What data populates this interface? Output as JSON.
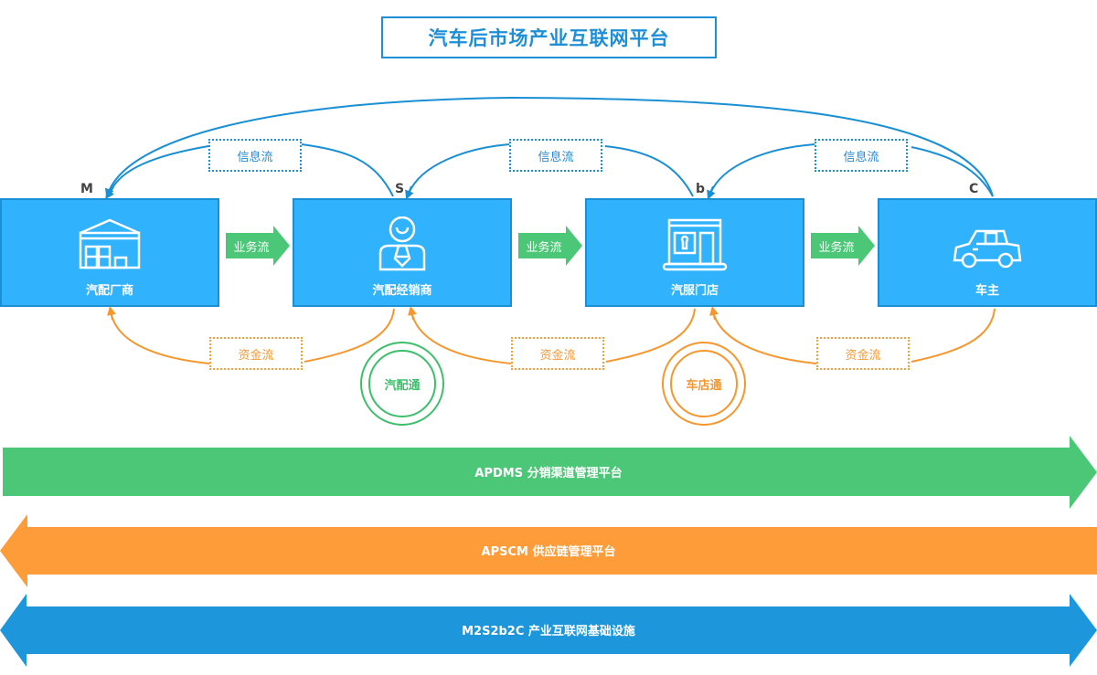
{
  "title": "汽车后市场产业互联网平台",
  "colors": {
    "node_fill": "#31b2fc",
    "node_border": "#1a8fd3",
    "info_flow": "#1e8fd6",
    "fund_flow": "#f7962d",
    "business_flow": "#4cc777",
    "platform_green": "#4cc777",
    "platform_orange": "#fd9c38",
    "platform_blue": "#1e96db"
  },
  "nodes": [
    {
      "code": "M",
      "label": "汽配厂商",
      "icon": "factory-icon"
    },
    {
      "code": "S",
      "label": "汽配经销商",
      "icon": "dealer-person-icon"
    },
    {
      "code": "b",
      "label": "汽服门店",
      "icon": "repair-shop-icon"
    },
    {
      "code": "C",
      "label": "车主",
      "icon": "car-icon"
    }
  ],
  "business_flows": [
    "业务流",
    "业务流",
    "业务流"
  ],
  "info_flows": [
    "信息流",
    "信息流",
    "信息流"
  ],
  "fund_flows": [
    "资金流",
    "资金流",
    "资金流"
  ],
  "badges": [
    {
      "label": "汽配通",
      "color": "green"
    },
    {
      "label": "车店通",
      "color": "orange"
    }
  ],
  "platforms": [
    {
      "label": "APDMS 分销渠道管理平台",
      "direction": "right"
    },
    {
      "label": "APSCM 供应链管理平台",
      "direction": "left"
    },
    {
      "label": "M2S2b2C  产业互联网基础设施",
      "direction": "both"
    }
  ]
}
